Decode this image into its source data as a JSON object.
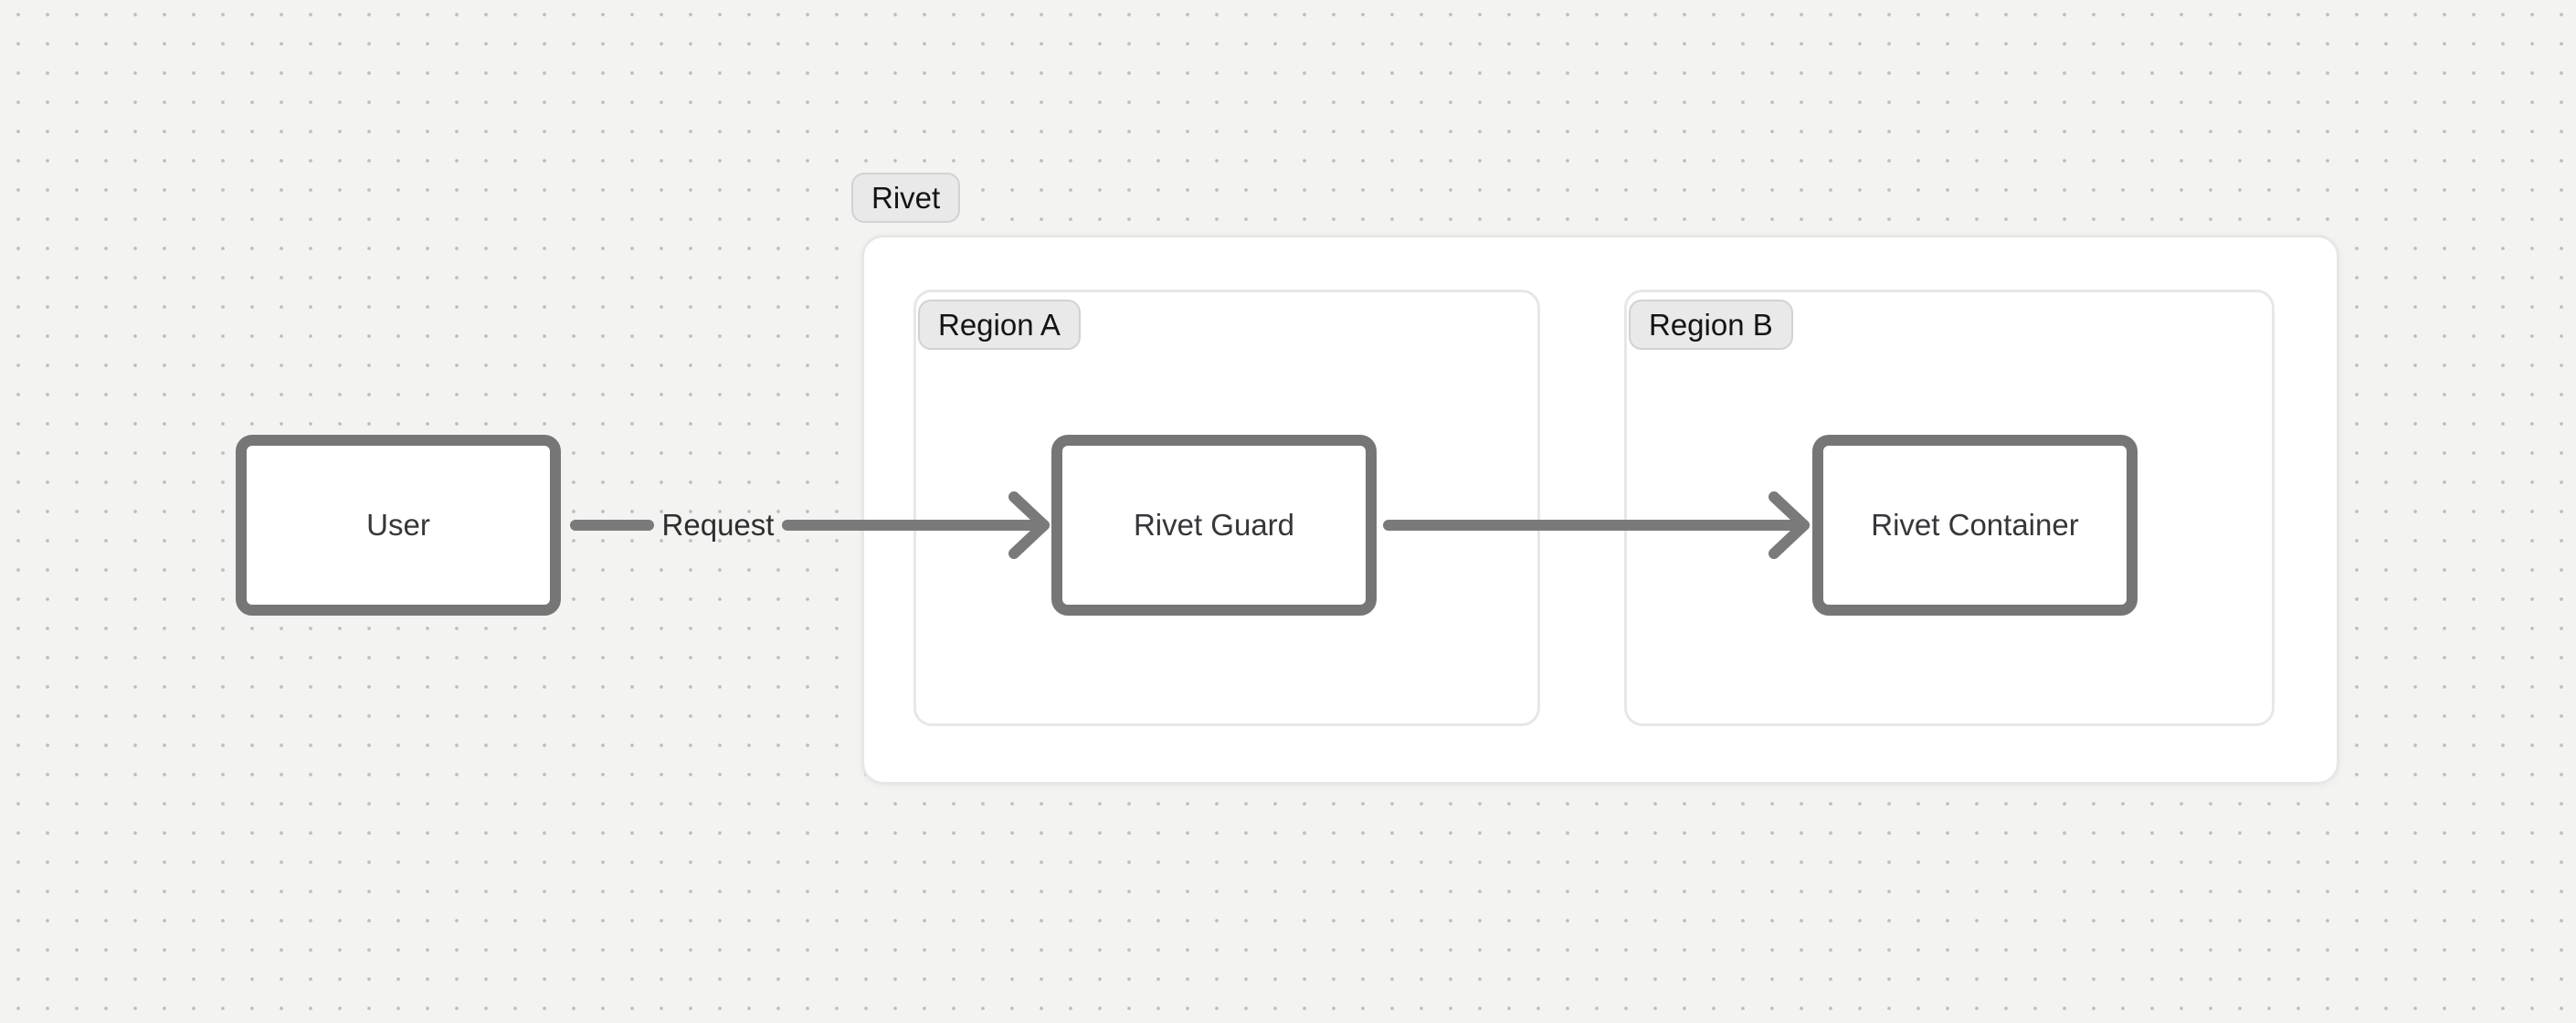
{
  "diagram": {
    "groups": {
      "rivet": {
        "label": "Rivet"
      },
      "region_a": {
        "label": "Region A"
      },
      "region_b": {
        "label": "Region B"
      }
    },
    "nodes": {
      "user": {
        "label": "User"
      },
      "rivet_guard": {
        "label": "Rivet Guard"
      },
      "rivet_container": {
        "label": "Rivet Container"
      }
    },
    "edges": [
      {
        "from": "user",
        "to": "rivet_guard",
        "label": "Request"
      },
      {
        "from": "rivet_guard",
        "to": "rivet_container"
      }
    ]
  },
  "colors": {
    "canvas_bg": "#f3f3f2",
    "dot": "#bdbdbd",
    "node_border": "#767676",
    "node_bg": "#ffffff",
    "node_text": "#35373b",
    "edge": "#7a7a7a",
    "edge_label_text": "#2e2e2e",
    "pill_bg": "#e9e9e9",
    "pill_border": "#d2d2d2",
    "pill_text": "#141414",
    "group_bg": "#ffffff",
    "group_border": "#e7e7e7"
  }
}
